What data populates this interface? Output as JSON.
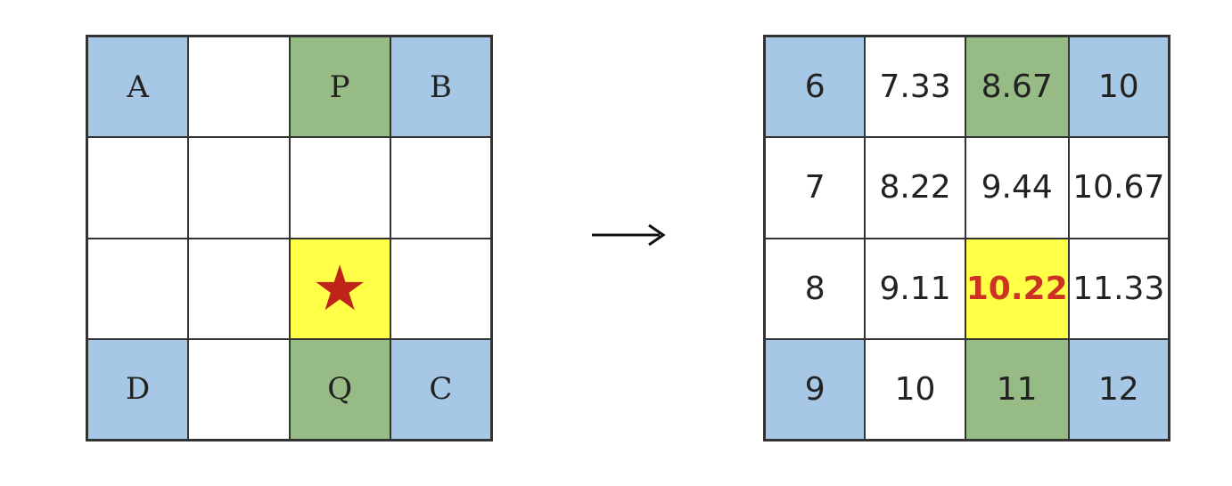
{
  "left_grid": {
    "cells": [
      {
        "text": "A",
        "color": "blue"
      },
      {
        "text": "",
        "color": "white"
      },
      {
        "text": "P",
        "color": "green"
      },
      {
        "text": "B",
        "color": "blue"
      },
      {
        "text": "",
        "color": "white"
      },
      {
        "text": "",
        "color": "white"
      },
      {
        "text": "",
        "color": "white"
      },
      {
        "text": "",
        "color": "white"
      },
      {
        "text": "",
        "color": "white"
      },
      {
        "text": "",
        "color": "white"
      },
      {
        "text": "",
        "color": "yellow",
        "icon": "star-icon"
      },
      {
        "text": "",
        "color": "white"
      },
      {
        "text": "D",
        "color": "blue"
      },
      {
        "text": "",
        "color": "white"
      },
      {
        "text": "Q",
        "color": "green"
      },
      {
        "text": "C",
        "color": "blue"
      }
    ]
  },
  "right_grid": {
    "cells": [
      {
        "text": "6",
        "color": "blue"
      },
      {
        "text": "7.33",
        "color": "white"
      },
      {
        "text": "8.67",
        "color": "green"
      },
      {
        "text": "10",
        "color": "blue"
      },
      {
        "text": "7",
        "color": "white"
      },
      {
        "text": "8.22",
        "color": "white"
      },
      {
        "text": "9.44",
        "color": "white"
      },
      {
        "text": "10.67",
        "color": "white"
      },
      {
        "text": "8",
        "color": "white"
      },
      {
        "text": "9.11",
        "color": "white"
      },
      {
        "text": "10.22",
        "color": "yellow",
        "highlight": true
      },
      {
        "text": "11.33",
        "color": "white"
      },
      {
        "text": "9",
        "color": "blue"
      },
      {
        "text": "10",
        "color": "white"
      },
      {
        "text": "11",
        "color": "green"
      },
      {
        "text": "12",
        "color": "blue"
      }
    ]
  },
  "colors": {
    "blue": "#a6c8e6",
    "green": "#97bb85",
    "yellow": "#ffff47",
    "star": "#bf2419",
    "highlight_text": "#cc3322"
  },
  "arrow_icon": "right-arrow-icon"
}
